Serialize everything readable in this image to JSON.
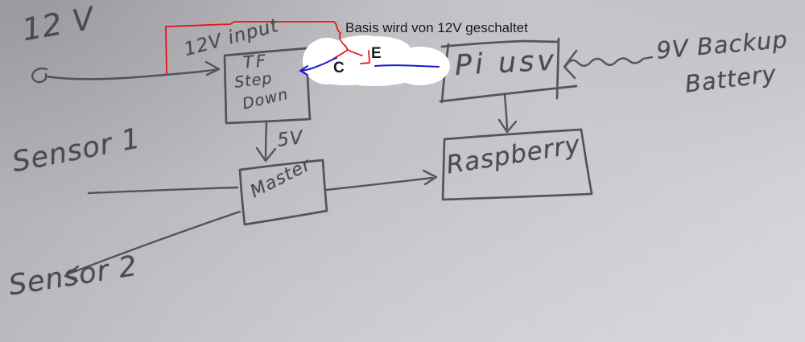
{
  "colors": {
    "pencil": "#4c4a50",
    "red_wire": "#e81414",
    "blue_wire": "#1717d4",
    "annotation": "#1a1a1a",
    "whiteout": "#ffffff",
    "paper_dark": "#b1afb4",
    "paper_mid": "#c2c1c6",
    "paper_light": "#d6d5da"
  },
  "diagram": {
    "source": {
      "label": "12 V"
    },
    "stepdown": {
      "input_label": "12V input",
      "name_line1": "TF",
      "name_line2": "Step",
      "name_line3": "Down",
      "output_label": "5V"
    },
    "transistor_note": {
      "text": "Basis wird von 12V geschaltet",
      "collector": "C",
      "emitter": "E"
    },
    "piusv": {
      "label": "Pi usv"
    },
    "backup": {
      "line1": "9V Backup",
      "line2": "Battery"
    },
    "master": {
      "label": "Master"
    },
    "raspberry": {
      "label": "Raspberry"
    },
    "sensors": {
      "sensor1": "Sensor 1",
      "sensor2": "Sensor 2"
    }
  }
}
